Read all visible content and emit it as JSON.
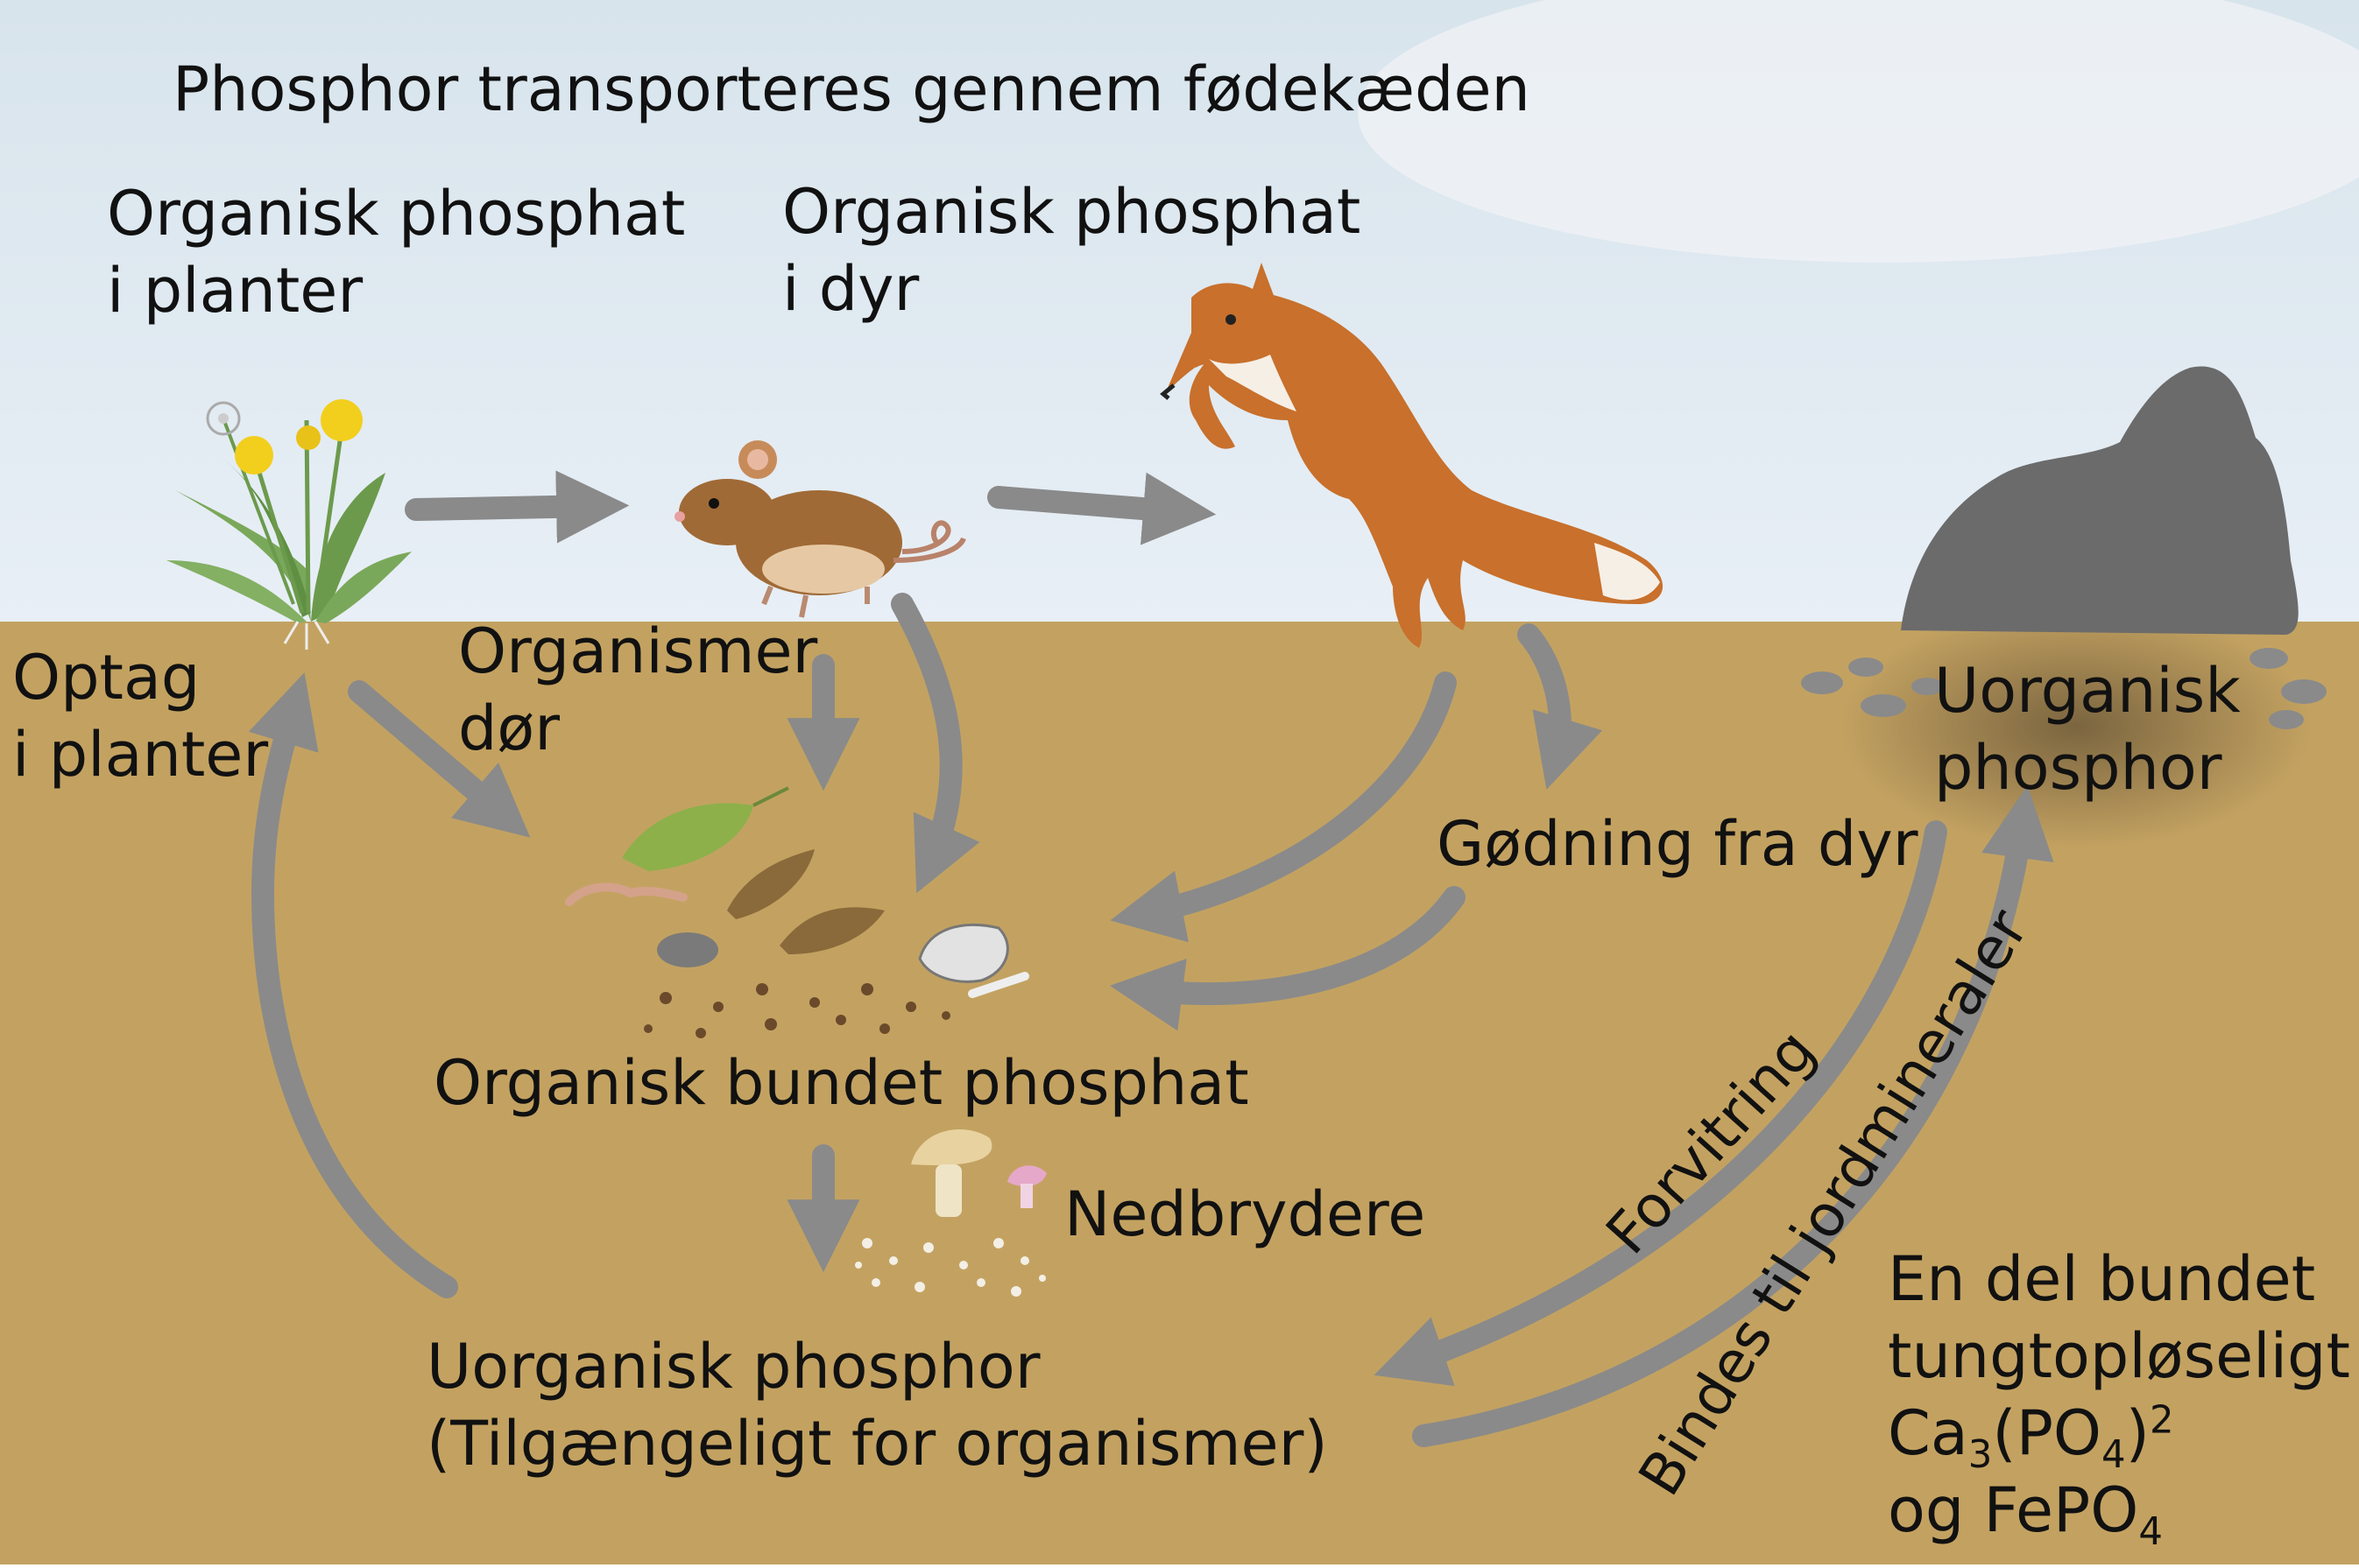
{
  "title": "Phosphor  transporteres gennem fødekæden",
  "labels": {
    "plants_line1": "Organisk phosphat",
    "plants_line2": "i planter",
    "animals_line1": "Organisk phosphat",
    "animals_line2": "i dyr",
    "uptake_line1": "Optag",
    "uptake_line2": "i planter",
    "die_line1": "Organismer",
    "die_line2": "dør",
    "manure": "Gødning fra dyr",
    "rock_line1": "Uorganisk",
    "rock_line2": "phosphor",
    "organic_bound": "Organisk bundet phosphat",
    "decomposers": "Nedbrydere",
    "inorganic_line1": "Uorganisk phosphor",
    "inorganic_line2": "(Tilgængeligt for organismer)",
    "weathering": "Forvitring",
    "binds": "Bindes til jordmineraler",
    "bound_line1": "En del bundet",
    "bound_line2": "tungtopløseligt"
  },
  "formulas": {
    "ca_prefix": "Ca",
    "ca_sub": "3",
    "ca_mid": "(PO",
    "ca_sub2": "4",
    "ca_close": ")",
    "ca_sup": "2",
    "fe_prefix": "og FePO",
    "fe_sub": "4"
  },
  "colors": {
    "sky_top": "#d8e4ec",
    "sky_bottom": "#e6eef6",
    "soil": "#c3a261",
    "arrow": "#8a8a8a",
    "rock": "#6b6b6b",
    "fox": "#c8702c",
    "mouse": "#a06a36",
    "leaf": "#8db04a",
    "dandelion": "#f2cf1d"
  }
}
